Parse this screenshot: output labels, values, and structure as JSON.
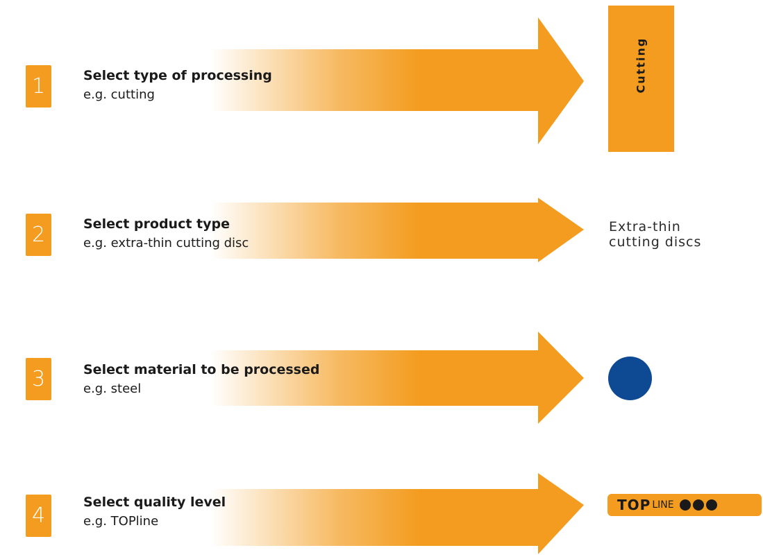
{
  "steps": [
    {
      "number": "1",
      "title": "Select type of processing",
      "example": "e.g. cutting"
    },
    {
      "number": "2",
      "title": "Select product type",
      "example": "e.g. extra-thin cutting disc"
    },
    {
      "number": "3",
      "title": "Select material to be processed",
      "example": "e.g. steel"
    },
    {
      "number": "4",
      "title": "Select quality level",
      "example": "e.g. TOPline"
    }
  ],
  "results": {
    "processing": "Cutting",
    "product_line1": "Extra-thin",
    "product_line2": "cutting discs",
    "material_color": "#0d4a93",
    "quality_top": "TOP",
    "quality_line": "LINE",
    "quality_dots": 3
  },
  "colors": {
    "accent": "#f39c1f",
    "material": "#0d4a93",
    "text": "#1a1a1a"
  }
}
